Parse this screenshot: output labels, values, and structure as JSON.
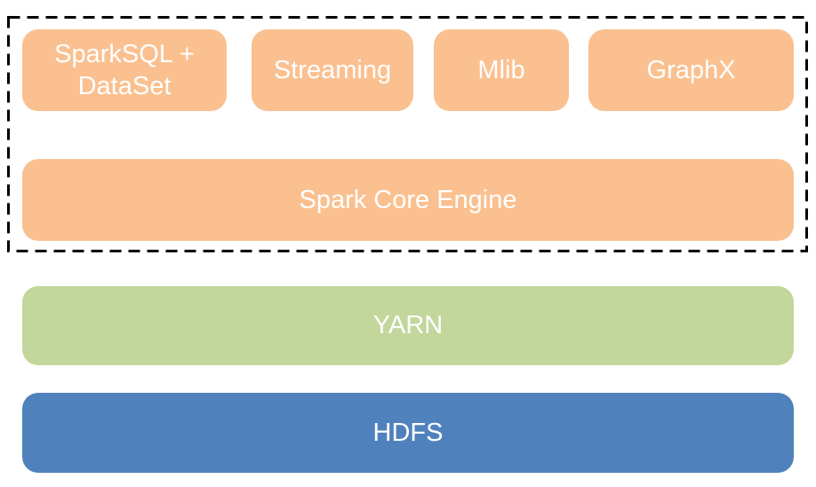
{
  "diagram": {
    "spark_group": {
      "components": [
        {
          "label": "SparkSQL + DataSet"
        },
        {
          "label": "Streaming"
        },
        {
          "label": "Mlib"
        },
        {
          "label": "GraphX"
        }
      ],
      "engine": {
        "label": "Spark Core Engine"
      }
    },
    "resource_layer": {
      "label": "YARN"
    },
    "storage_layer": {
      "label": "HDFS"
    },
    "colors": {
      "spark_fill": "#FAC090",
      "yarn_fill": "#C3D69B",
      "hdfs_fill": "#4F81BD",
      "label_text": "#FFFFFF",
      "group_outline": "#000000"
    }
  }
}
